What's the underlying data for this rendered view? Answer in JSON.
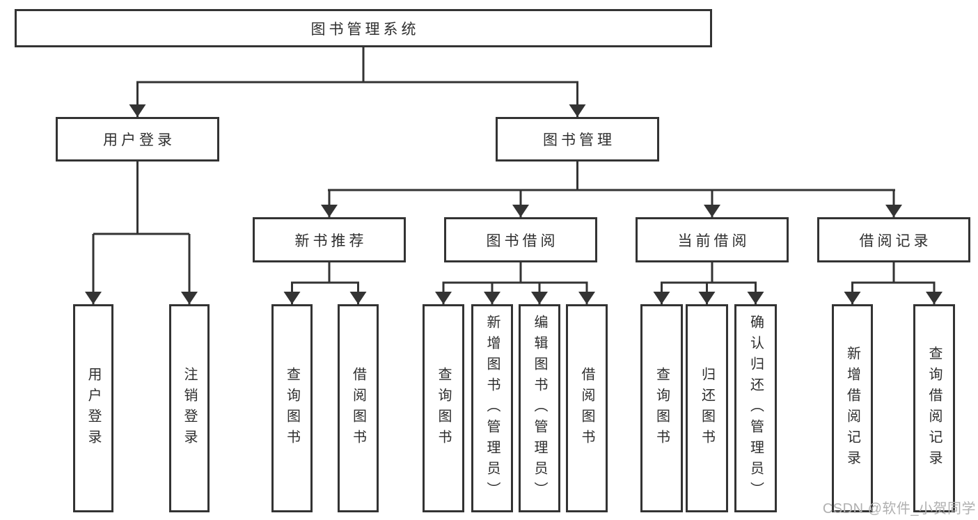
{
  "diagram": {
    "root": {
      "label": "图书管理系统"
    },
    "level2": {
      "user_login": {
        "label": "用户登录"
      },
      "book_management": {
        "label": "图书管理"
      }
    },
    "level3": {
      "new_book_recommend": {
        "label": "新书推荐"
      },
      "book_borrowing": {
        "label": "图书借阅"
      },
      "current_borrowing": {
        "label": "当前借阅"
      },
      "borrowing_records": {
        "label": "借阅记录"
      }
    },
    "leaves": {
      "user_login": [
        "用户登录",
        "注销登录"
      ],
      "new_book_recommend": [
        "查询图书",
        "借阅图书"
      ],
      "book_borrowing": [
        "查询图书",
        "新增图书（管理员）",
        "编辑图书（管理员）",
        "借阅图书"
      ],
      "current_borrowing": [
        "查询图书",
        "归还图书",
        "确认归还（管理员）"
      ],
      "borrowing_records": [
        "新增借阅记录",
        "查询借阅记录"
      ]
    },
    "watermark": "CSDN @软件_小贺同学",
    "colors": {
      "line": "#333333",
      "text": "#2e2e2e",
      "watermark": "#b0b0b0",
      "background": "#ffffff"
    }
  }
}
